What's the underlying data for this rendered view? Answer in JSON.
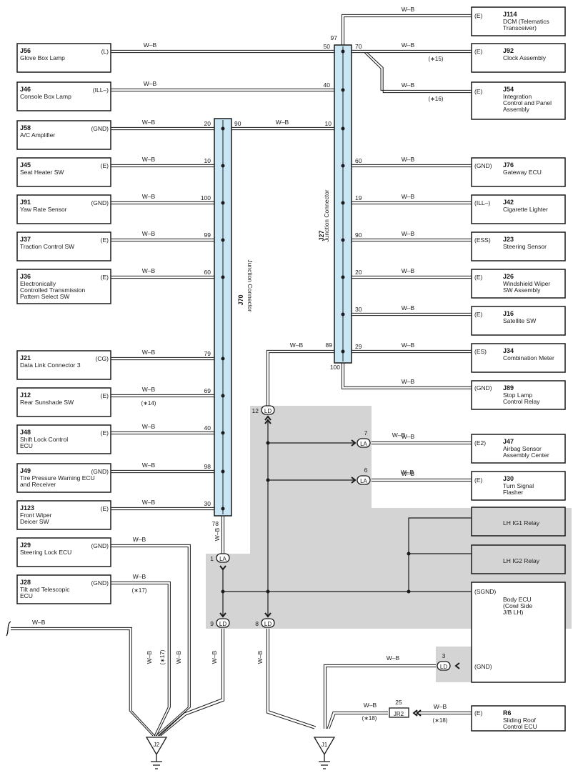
{
  "wire_label": "W–B",
  "colors": {
    "shade": "#d4d4d4",
    "junction": "#c9e6f5",
    "wire": "#1a1a1a",
    "relay_fill": "#d4d4d4"
  },
  "junctions": {
    "j70": {
      "code": "J70",
      "name": "Junction Connector"
    },
    "j27": {
      "code": "J27",
      "name": "Junction Connector"
    }
  },
  "left_components": [
    {
      "code": "J56",
      "lines": [
        "Glove Box Lamp"
      ],
      "conn": "(L)",
      "pin": "50"
    },
    {
      "code": "J46",
      "lines": [
        "Console Box Lamp"
      ],
      "conn": "(ILL–)",
      "pin": "40"
    },
    {
      "code": "J58",
      "lines": [
        "A/C Amplifier"
      ],
      "conn": "(GND)",
      "pin": "20"
    },
    {
      "code": "J45",
      "lines": [
        "Seat Heater SW"
      ],
      "conn": "(E)",
      "pin": "10"
    },
    {
      "code": "J91",
      "lines": [
        "Yaw Rate Sensor"
      ],
      "conn": "(GND)",
      "pin": "100"
    },
    {
      "code": "J37",
      "lines": [
        "Traction Control SW"
      ],
      "conn": "(E)",
      "pin": "99"
    },
    {
      "code": "J36",
      "lines": [
        "Electronically",
        "Controlled Transmission",
        "Pattern Select SW"
      ],
      "conn": "(E)",
      "pin": "60"
    },
    {
      "code": "J21",
      "lines": [
        "Data Link Connector 3"
      ],
      "conn": "(CG)",
      "pin": "79"
    },
    {
      "code": "J12",
      "lines": [
        "Rear Sunshade SW"
      ],
      "conn": "(E)",
      "pin": "69",
      "note": "(∗14)"
    },
    {
      "code": "J48",
      "lines": [
        "Shift Lock Control",
        "ECU"
      ],
      "conn": "(E)",
      "pin": "40"
    },
    {
      "code": "J49",
      "lines": [
        "Tire Pressure Warning ECU",
        "and Receiver"
      ],
      "conn": "(GND)",
      "pin": "98"
    },
    {
      "code": "J123",
      "lines": [
        "Front Wiper",
        "Deicer SW"
      ],
      "conn": "(E)",
      "pin": "30"
    },
    {
      "code": "J29",
      "lines": [
        "Steering Lock ECU"
      ],
      "conn": "(GND)"
    },
    {
      "code": "J28",
      "lines": [
        "Tilt and Telescopic",
        "ECU"
      ],
      "conn": "(GND)",
      "note": "(∗17)"
    }
  ],
  "right_components": [
    {
      "code": "J114",
      "lines": [
        "DCM (Telematics",
        "Transceiver)"
      ],
      "conn": "(E)",
      "pin": "97"
    },
    {
      "code": "J92",
      "lines": [
        "Clock Assembly"
      ],
      "conn": "(E)",
      "pin": "70",
      "note": "(∗15)"
    },
    {
      "code": "J54",
      "lines": [
        "Integration",
        "Control and Panel",
        "Assembly"
      ],
      "conn": "(E)",
      "note": "(∗16)"
    },
    {
      "code": "J76",
      "lines": [
        "Gateway ECU"
      ],
      "conn": "(GND)",
      "pin": "60"
    },
    {
      "code": "J42",
      "lines": [
        "Cigarette Lighter"
      ],
      "conn": "(ILL–)",
      "pin": "19"
    },
    {
      "code": "J23",
      "lines": [
        "Steering Sensor"
      ],
      "conn": "(ESS)",
      "pin": "90"
    },
    {
      "code": "J26",
      "lines": [
        "Windshield Wiper",
        "SW Assembly"
      ],
      "conn": "(E)",
      "pin": "20"
    },
    {
      "code": "J16",
      "lines": [
        "Satellite SW"
      ],
      "conn": "(E)",
      "pin": "30"
    },
    {
      "code": "J34",
      "lines": [
        "Combination Meter"
      ],
      "conn": "(ES)",
      "pin": "29"
    },
    {
      "code": "J89",
      "lines": [
        "Stop Lamp",
        "Control Relay"
      ],
      "conn": "(GND)",
      "pin": "100"
    },
    {
      "code": "J47",
      "lines": [
        "Airbag Sensor",
        "Assembly Center"
      ],
      "conn": "(E2)"
    },
    {
      "code": "J30",
      "lines": [
        "Turn Signal",
        "Flasher"
      ],
      "conn": "(E)"
    },
    {
      "code": "R6",
      "lines": [
        "Sliding Roof",
        "Control ECU"
      ],
      "conn": "(E)",
      "note": "(∗18)"
    }
  ],
  "relays": [
    "LH IG1 Relay",
    "LH IG2 Relay"
  ],
  "body_ecu": {
    "lines": [
      "Body ECU",
      "(Cowl Side",
      " J/B LH)"
    ],
    "conn_sgnd": "(SGND)",
    "conn_gnd": "(GND)"
  },
  "j70_extra_pins": {
    "right": "90",
    "bottom": "78"
  },
  "j27_extra_pins": {
    "left_10": "10",
    "left_89": "89"
  },
  "connectors": [
    {
      "tag": "LD",
      "pin": "12"
    },
    {
      "tag": "LA",
      "pin": "7"
    },
    {
      "tag": "LA",
      "pin": "6"
    },
    {
      "tag": "LA",
      "pin": "1"
    },
    {
      "tag": "LD",
      "pin": "9"
    },
    {
      "tag": "LD",
      "pin": "8"
    },
    {
      "tag": "LD",
      "pin": "3"
    },
    {
      "tag": "JR2",
      "pin": "25"
    }
  ],
  "notes": {
    "n17": "(∗17)",
    "n18": "(∗18)"
  },
  "grounds": [
    "J2",
    "J1"
  ]
}
